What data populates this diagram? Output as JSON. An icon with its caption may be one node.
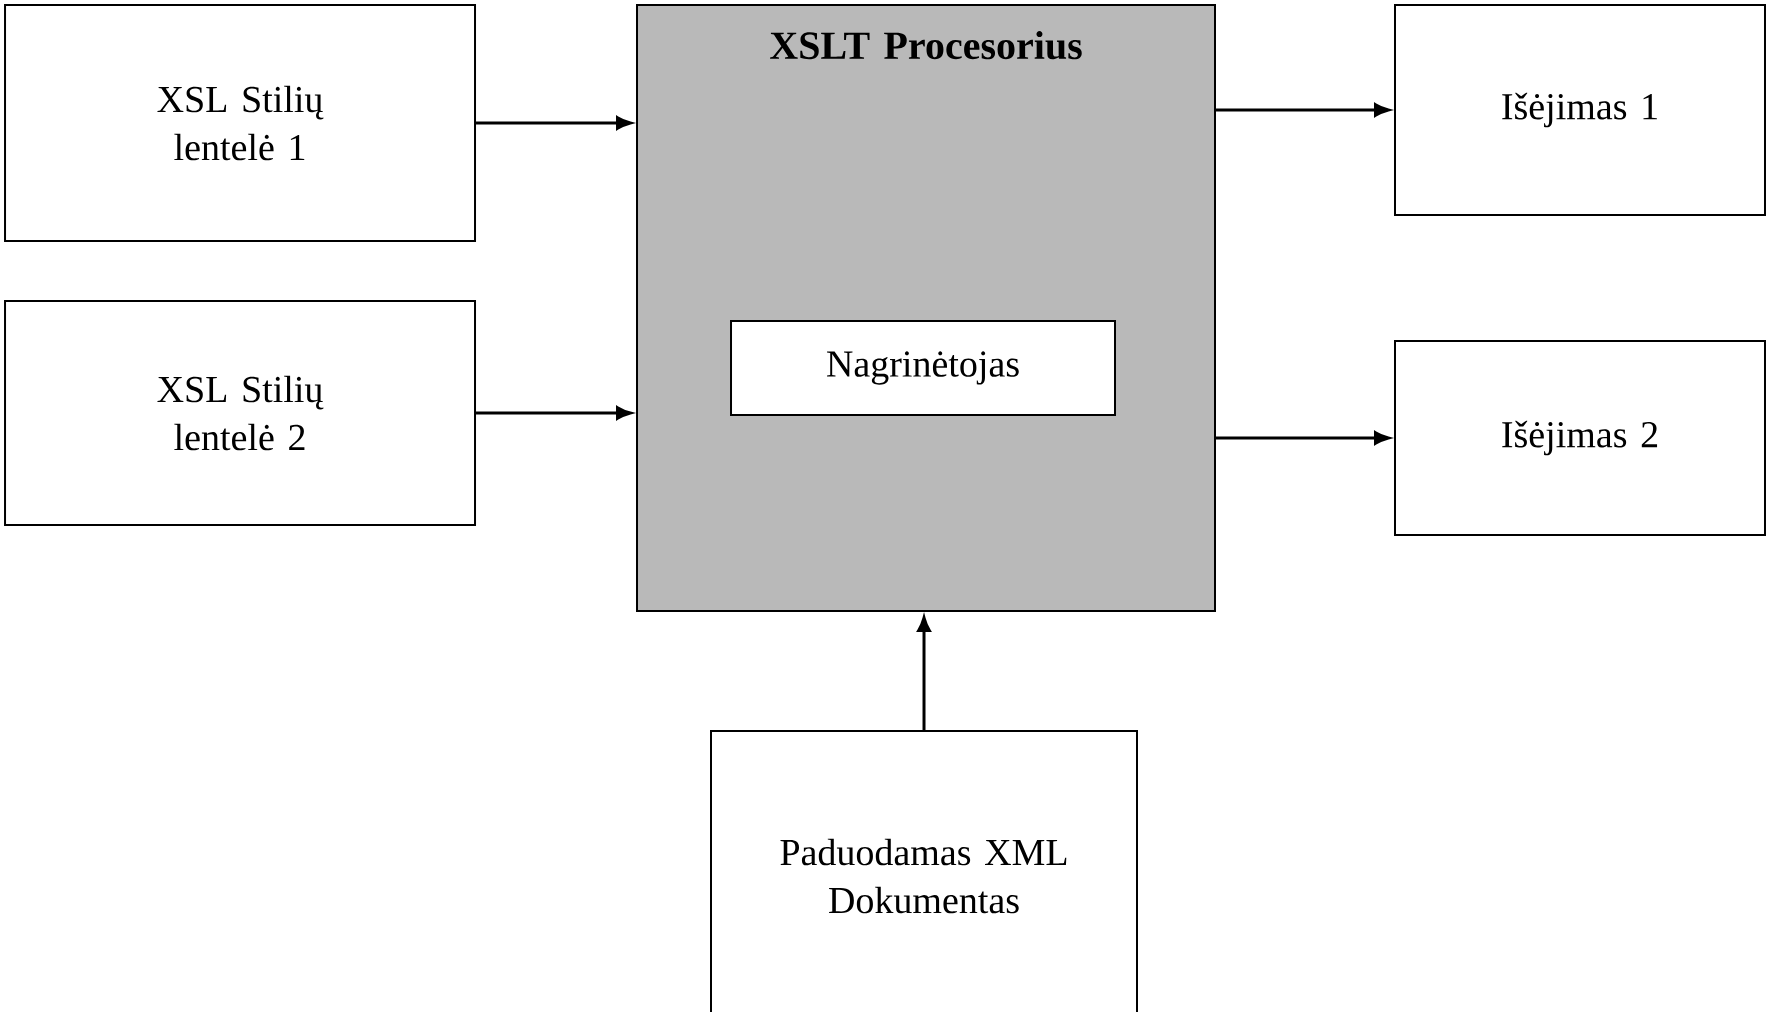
{
  "diagram": {
    "nodes": [
      {
        "text": [
          "XSL Stilių lentelė 1"
        ]
      },
      {
        "text": [
          "XSL Stilių lentelė 2"
        ]
      },
      {
        "text": [
          "XSLT Procesorius"
        ]
      },
      {
        "text": [
          "Nagrinėtojas"
        ],
        "in": 2
      },
      {
        "text": [
          "Išėjimas 1"
        ]
      },
      {
        "text": [
          "Išėjimas 2"
        ]
      },
      {
        "text": [
          "Paduodamas XML Dokumentas"
        ]
      }
    ],
    "edges": [
      {
        "from": 0,
        "to": 2,
        "arrow": "to"
      },
      {
        "from": 1,
        "to": 2,
        "arrow": "to"
      },
      {
        "from": 2,
        "to": 4,
        "arrow": "to"
      },
      {
        "from": 2,
        "to": 5,
        "arrow": "to"
      },
      {
        "from": 6,
        "to": 2,
        "arrow": "to"
      }
    ]
  }
}
